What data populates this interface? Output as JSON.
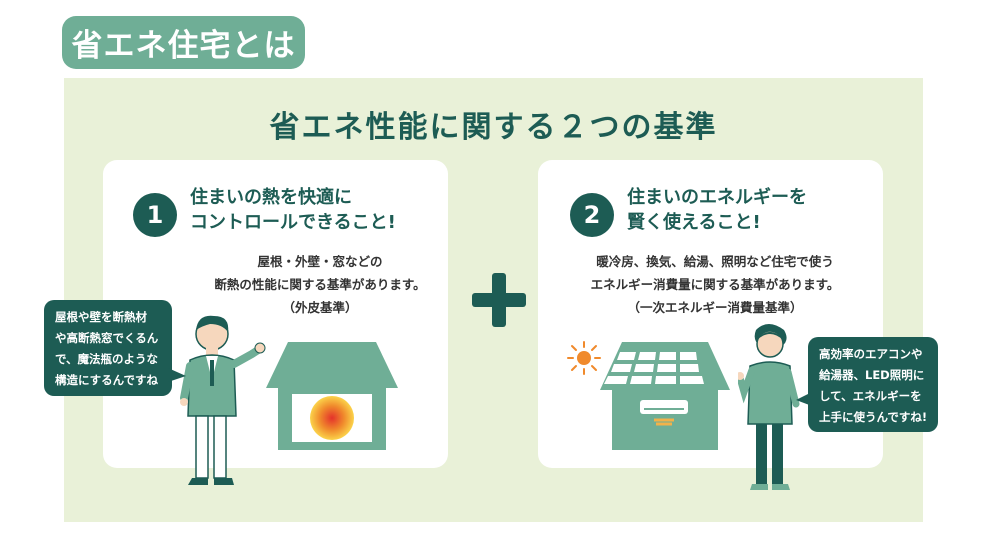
{
  "header": {
    "tag": "省エネ住宅とは"
  },
  "panel": {
    "title": "省エネ性能に関する２つの基準"
  },
  "cards": [
    {
      "number": "1",
      "heading": [
        "住まいの熱を快適に",
        "コントロールできること!"
      ],
      "body": [
        "屋根・外壁・窓などの",
        "断熱の性能に関する基準があります。",
        "（外皮基準）"
      ],
      "bubble": [
        "屋根や壁を断熱材",
        "や高断熱窓でくるん",
        "で、魔法瓶のような",
        "構造にするんですね"
      ]
    },
    {
      "number": "2",
      "heading": [
        "住まいのエネルギーを",
        "賢く使えること!"
      ],
      "body": [
        "暖冷房、換気、給湯、照明など住宅で使う",
        "エネルギー消費量に関する基準があります。",
        "（一次エネルギー消費量基準）"
      ],
      "bubble": [
        "高効率のエアコンや",
        "給湯器、LED照明に",
        "して、エネルギーを",
        "上手に使うんですね!"
      ]
    }
  ],
  "colors": {
    "accent": "#1d5c54",
    "tag": "#6fae96",
    "panel": "#e9f1d8",
    "house": "#6fae96"
  },
  "icons": [
    "plus-icon",
    "insulated-house-icon",
    "solar-house-icon",
    "sun-icon",
    "man-figure",
    "woman-figure"
  ]
}
